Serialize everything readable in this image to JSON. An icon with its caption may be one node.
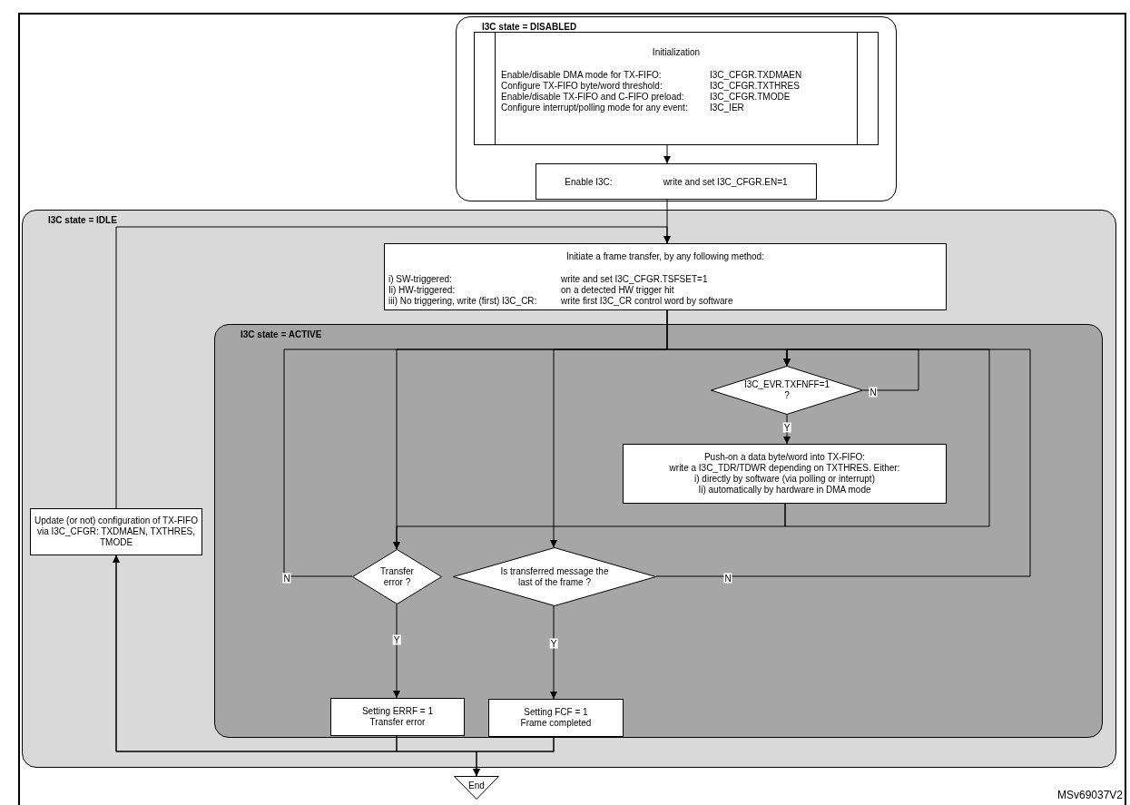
{
  "diagram": {
    "nodes": [
      {
        "text": [
          "I3C state = DISABLED"
        ]
      },
      {
        "text": [
          "Initialization",
          "Enable/disable DMA mode for TX-FIFO:",
          "I3C_CFGR.TXDMAEN",
          "Configure TX-FIFO byte/word threshold:",
          "I3C_CFGR.TXTHRES",
          "Enable/disable TX-FIFO and C-FIFO preload:",
          "I3C_CFGR.TMODE",
          "Configure interrupt/polling mode for any event:",
          "I3C_IER"
        ],
        "in": 0
      },
      {
        "text": [
          "Enable I3C:",
          "write and set I3C_CFGR.EN=1"
        ],
        "in": 0
      },
      {
        "text": [
          "I3C state = IDLE"
        ]
      },
      {
        "text": [
          "Initiate a frame transfer, by any following method:",
          "i) SW-triggered:",
          "write and set I3C_CFGR.TSFSET=1",
          "Ii) HW-triggered:",
          "on a detected HW trigger hit",
          "iii) No triggering, write (first) I3C_CR:",
          "write first I3C_CR control word by software"
        ],
        "in": 3
      },
      {
        "text": [
          "Update (or not) configuration of TX-FIFO via I3C_CFGR: TXDMAEN, TXTHRES, TMODE"
        ],
        "in": 3
      },
      {
        "text": [
          "I3C state = ACTIVE"
        ],
        "in": 3
      },
      {
        "text": [
          "I3C_EVR.TXFNFF=1 ?"
        ],
        "in": 6
      },
      {
        "text": [
          "Push-on a data byte/word into TX-FIFO:",
          "write a I3C_TDR/TDWR depending on TXTHRES. Either:",
          "i) directly by software (via polling or interrupt)",
          "Ii) automatically by hardware in DMA mode"
        ],
        "in": 6
      },
      {
        "text": [
          "Transfer error ?"
        ],
        "in": 6
      },
      {
        "text": [
          "Is transferred message the last of the frame ?"
        ],
        "in": 6
      },
      {
        "text": [
          "Setting ERRF = 1",
          "Transfer error"
        ],
        "in": 6
      },
      {
        "text": [
          "Setting FCF = 1",
          "Frame completed"
        ],
        "in": 6
      },
      {
        "text": [
          "End"
        ]
      }
    ],
    "edges": [
      {
        "from": 1,
        "to": 2,
        "arrow": "to"
      },
      {
        "from": 2,
        "to": 4,
        "arrow": "to"
      },
      {
        "from": 5,
        "to": 4,
        "arrow": "to"
      },
      {
        "from": 4,
        "to": 7,
        "arrow": "to"
      },
      {
        "from": 4,
        "to": 9,
        "arrow": "to"
      },
      {
        "from": 4,
        "to": 10,
        "arrow": "to"
      },
      {
        "from": 7,
        "to": 8,
        "arrow": "to",
        "label": "Y"
      },
      {
        "from": 7,
        "to": 7,
        "arrow": "to",
        "label": "N"
      },
      {
        "from": 8,
        "to": 9,
        "arrow": "to"
      },
      {
        "from": 8,
        "to": 7,
        "arrow": "to"
      },
      {
        "from": 9,
        "to": 7,
        "arrow": "to",
        "label": "N"
      },
      {
        "from": 10,
        "to": 7,
        "arrow": "to",
        "label": "N"
      },
      {
        "from": 9,
        "to": 11,
        "arrow": "to",
        "label": "Y"
      },
      {
        "from": 10,
        "to": 12,
        "arrow": "to",
        "label": "Y"
      },
      {
        "from": 11,
        "to": 13,
        "arrow": "to"
      },
      {
        "from": 12,
        "to": 13,
        "arrow": "to"
      },
      {
        "from": 11,
        "to": 5,
        "arrow": "to"
      },
      {
        "from": 12,
        "to": 5,
        "arrow": "to"
      }
    ],
    "labels": [
      "MSv69037V2"
    ]
  }
}
